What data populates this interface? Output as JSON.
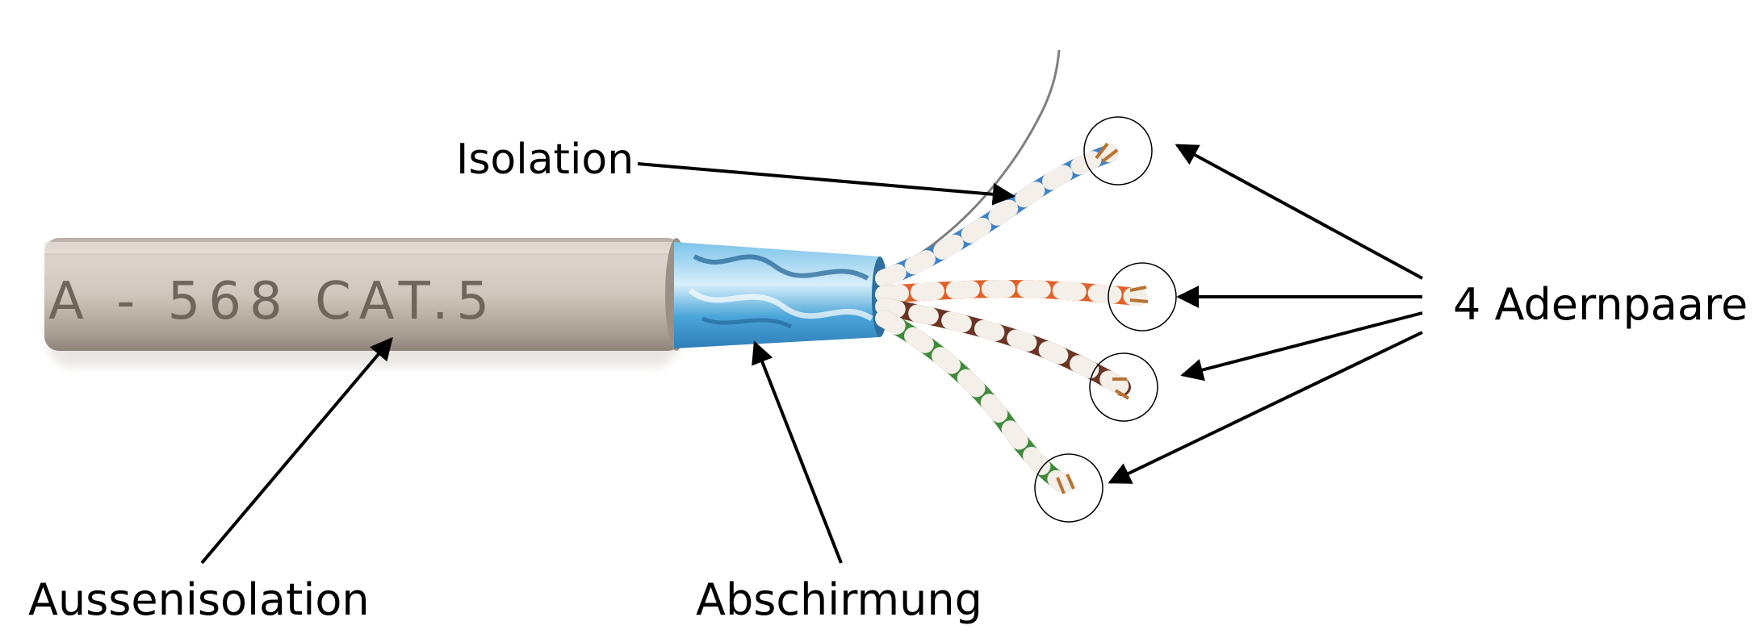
{
  "diagram": {
    "cable_print": "A - 568 CAT.5",
    "labels": {
      "isolation": "Isolation",
      "pairs": "4 Adernpaare",
      "outer": "Aussenisolation",
      "shield": "Abschirmung"
    },
    "colors": {
      "jacket": "#cdc4bc",
      "jacket_dark": "#a89d92",
      "shield": "#4aa6d8",
      "shield_light": "#bfe3f5",
      "drain": "#7f7f7f",
      "pair_blue": "#3f82c4",
      "pair_orange": "#e0622a",
      "pair_brown": "#6b3526",
      "pair_green": "#3f8a3a",
      "pair_white": "#f4efe8",
      "annotation": "#000000"
    }
  }
}
